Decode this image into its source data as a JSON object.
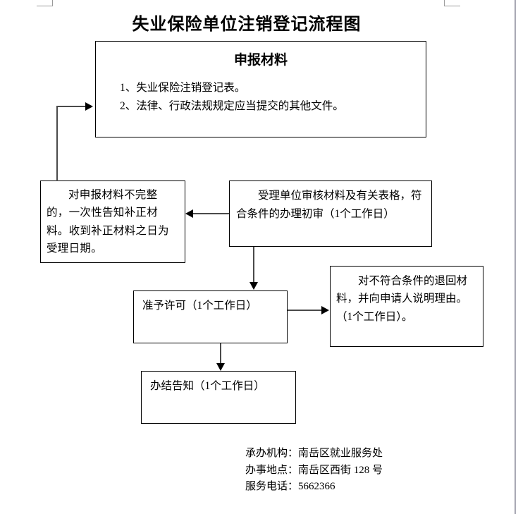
{
  "document": {
    "title": "失业保险单位注销登记流程图"
  },
  "boxes": {
    "materials": {
      "heading": "申报材料",
      "items": [
        "1、失业保险注销登记表。",
        "2、法律、行政法规规定应当提交的其他文件。"
      ]
    },
    "supplement": {
      "text": "对申报材料不完整的，一次性告知补正材料。收到补正材料之日为受理日期。"
    },
    "review": {
      "text": "受理单位审核材料及有关表格，符合条件的办理初审（1个工作日）"
    },
    "permit": {
      "text": "准予许可（1个工作日）"
    },
    "reject": {
      "text": "对不符合条件的退回材料，并向申请人说明理由。（1个工作日）。"
    },
    "finish": {
      "text": "办结告知（1个工作日）"
    }
  },
  "footer": {
    "agency": "承办机构：南岳区就业服务处",
    "address": "办事地点：南岳区西街 128 号",
    "phone": "服务电话：5662366"
  },
  "colors": {
    "line": "#4a4a4a",
    "border": "#000000",
    "text": "#000000",
    "page_edge": "#a8a8b4",
    "corner_mark": "#9a9a9a"
  }
}
